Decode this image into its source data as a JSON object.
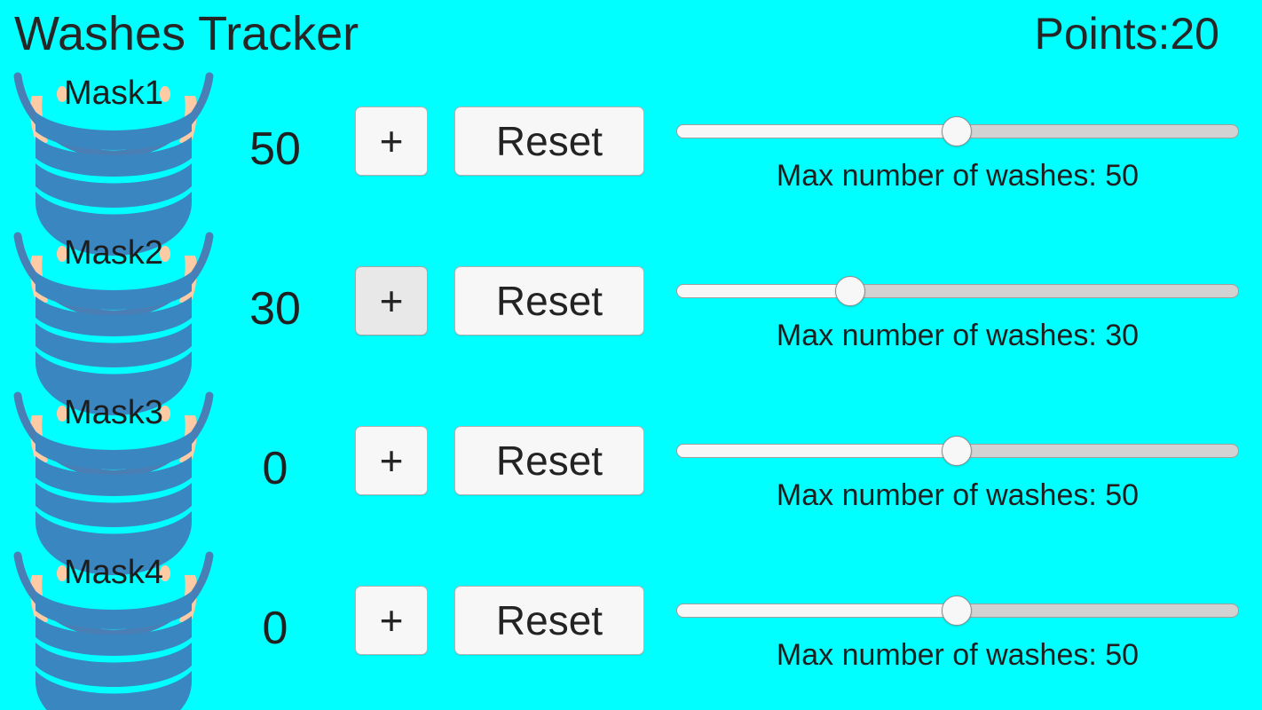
{
  "header": {
    "title": "Washes Tracker",
    "points_label": "Points:20",
    "points_value": 20
  },
  "colors": {
    "background": "#00ffff",
    "text": "#262626",
    "mask_body": "#3a86c0",
    "mask_loop": "#4a7fb5",
    "mask_ear": "#ffcba4",
    "button_face": "#f7f7f7",
    "button_face_pressed": "#e8e8e8",
    "button_border": "#b3b3b3",
    "track_empty": "#d2d2d2",
    "track_fill": "#f7f7f7",
    "thumb": "#f7f7f7"
  },
  "buttons": {
    "increment_label": "+",
    "reset_label": "Reset"
  },
  "slider": {
    "min": 0,
    "max": 100,
    "caption_prefix": "Max number of washes: "
  },
  "rows": [
    {
      "name": "Mask1",
      "count": "50",
      "max_washes": 50,
      "slider_percent": 49.8,
      "caption": "Max number of washes: 50",
      "plus_pressed": false,
      "icon": "face-mask-icon"
    },
    {
      "name": "Mask2",
      "count": "30",
      "max_washes": 30,
      "slider_percent": 30.9,
      "caption": "Max number of washes: 30",
      "plus_pressed": true,
      "icon": "face-mask-icon"
    },
    {
      "name": "Mask3",
      "count": "0",
      "max_washes": 50,
      "slider_percent": 49.8,
      "caption": "Max number of washes: 50",
      "plus_pressed": false,
      "icon": "face-mask-icon"
    },
    {
      "name": "Mask4",
      "count": "0",
      "max_washes": 50,
      "slider_percent": 49.8,
      "caption": "Max number of washes: 50",
      "plus_pressed": false,
      "icon": "face-mask-icon"
    }
  ]
}
